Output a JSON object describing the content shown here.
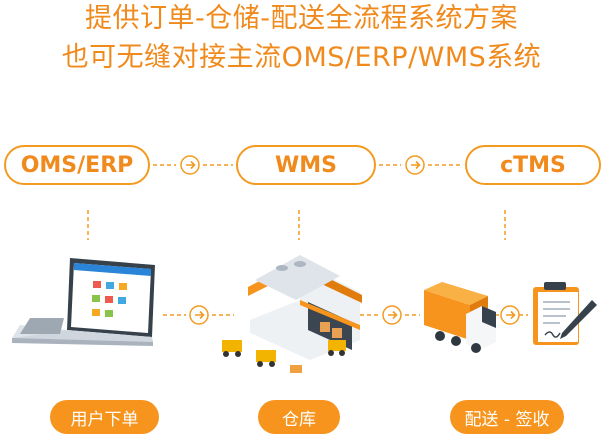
{
  "title_line1": "提供订单-仓储-配送全流程系统方案",
  "title_line2": "也可无缝对接主流OMS/ERP/WMS系统",
  "systems": [
    "OMS/ERP",
    "WMS",
    "cTMS"
  ],
  "stages": [
    "用户下单",
    "仓库",
    "配送 - 签收"
  ],
  "colors": {
    "accent": "#f7941d",
    "text": "#f08a1c",
    "blue": "#2a84d8"
  },
  "icons": [
    "laptop-icon",
    "warehouse-icon",
    "truck-icon",
    "signed-document-icon"
  ]
}
